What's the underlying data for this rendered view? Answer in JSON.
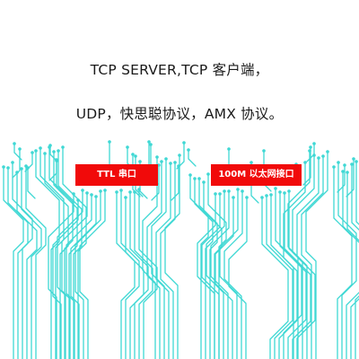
{
  "headline": {
    "line1": "TCP SERVER,TCP  客户端，",
    "line2": "UDP，快思聪协议，AMX 协议。"
  },
  "labels": {
    "ttl": "TTL 串口",
    "ethernet": "100M 以太网接口"
  },
  "colors": {
    "trace": "#3fd8d4",
    "label_bg": "#f10a0a",
    "label_text": "#ffffff",
    "text": "#1a1a1a",
    "background": "#ffffff"
  }
}
